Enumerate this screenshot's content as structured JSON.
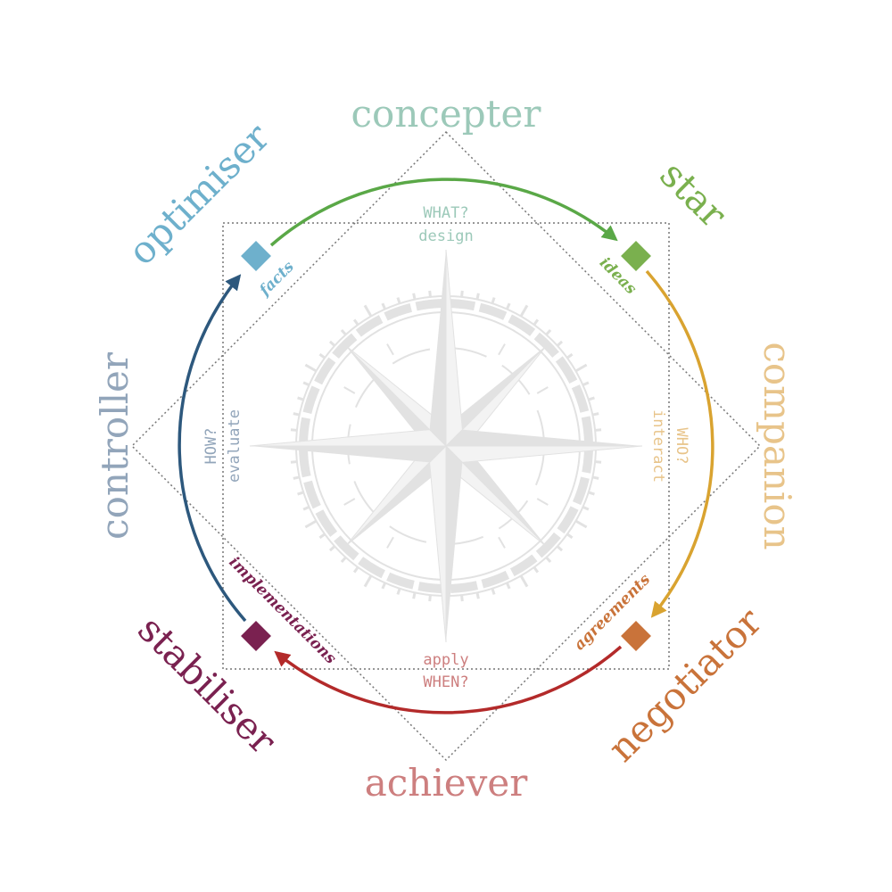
{
  "roles": {
    "concepter": "concepter",
    "star": "star",
    "companion": "companion",
    "negotiator": "negotiator",
    "achiever": "achiever",
    "stabiliser": "stabiliser",
    "controller": "controller",
    "optimiser": "optimiser"
  },
  "questions": {
    "what_q": "WHAT?",
    "what_v": "design",
    "who_q": "WHO?",
    "who_v": "interact",
    "when_q": "WHEN?",
    "when_v": "apply",
    "how_q": "HOW?",
    "how_v": "evaluate"
  },
  "outputs": {
    "ideas": "ideas",
    "agreements": "agreements",
    "implementations": "implementations",
    "facts": "facts"
  },
  "colors": {
    "concepter": "#9cc9b9",
    "star": "#7ab04e",
    "companion": "#e8c48a",
    "negotiator": "#c9733a",
    "achiever": "#cd7f7f",
    "stabiliser": "#7a2150",
    "controller": "#92a5ba",
    "optimiser": "#6eb0cc",
    "arc_green": "#5aa847",
    "arc_yellow": "#d9a330",
    "arc_red": "#b32a2a",
    "arc_blue": "#2d587d",
    "compass": "#e2e2e2",
    "dotted": "#777777"
  }
}
